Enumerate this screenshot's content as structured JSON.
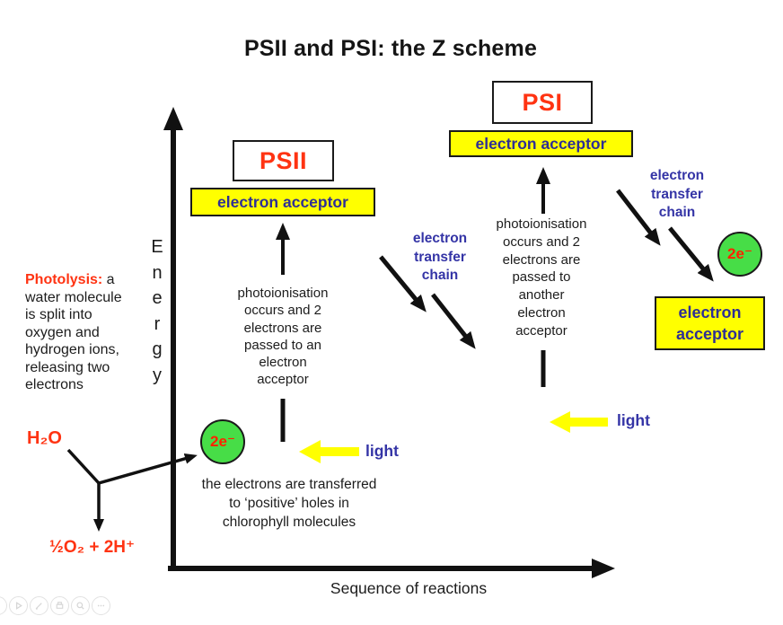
{
  "title": "PSII and PSI: the Z scheme",
  "axes": {
    "y_label_letters": [
      "E",
      "n",
      "e",
      "r",
      "g",
      "y"
    ],
    "x_label": "Sequence of reactions"
  },
  "psii": {
    "label": "PSII",
    "acceptor_label": "electron acceptor",
    "photoionisation_text": "photoionisation\noccurs and 2\nelectrons are\npassed to an\nelectron\nacceptor",
    "light_label": "light"
  },
  "psi": {
    "label": "PSI",
    "acceptor_label": "electron acceptor",
    "photoionisation_text": "photoionisation\noccurs and 2\nelectrons are\npassed to\nanother\nelectron\nacceptor",
    "light_label": "light"
  },
  "final_acceptor": {
    "label": "electron\nacceptor"
  },
  "electron_transfer_chain_mid": "electron\ntransfer\nchain",
  "electron_transfer_chain_right": "electron\ntransfer\nchain",
  "photolysis": {
    "term": "Photolysis:",
    "rest": " a\nwater molecule\nis split into\noxygen and\nhydrogen ions,\nreleasing two\nelectrons"
  },
  "chemistry": {
    "water": "H₂O",
    "products": "½O₂ + 2H⁺"
  },
  "electron_badge": "2e⁻",
  "transfer_note": "the electrons are transferred\nto ‘positive’ holes in\nchlorophyll molecules",
  "colors": {
    "accent_red": "#ff3312",
    "label_blue": "#3434a6",
    "highlight_yellow": "#ffff00",
    "electron_green": "#47dd47",
    "line_black": "#111111"
  },
  "toolbar": {
    "icons": [
      "play",
      "pencil",
      "print",
      "zoom",
      "more"
    ]
  }
}
